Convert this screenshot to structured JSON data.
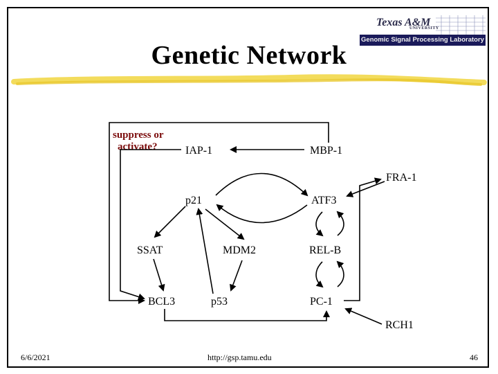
{
  "slide": {
    "title": "Genetic Network",
    "logo": {
      "script_text": "Texas A&M",
      "university_text": "UNIVERSITY",
      "lab_text": "Genomic Signal Processing Laboratory"
    },
    "footer": {
      "date": "6/6/2021",
      "url": "http://gsp.tamu.edu",
      "page_number": "46"
    }
  },
  "diagram": {
    "annotation": [
      "suppress or",
      "activate?"
    ],
    "annotation_color": "#7a0a0a",
    "nodes": {
      "iap1": "IAP-1",
      "mbp1": "MBP-1",
      "fra1": "FRA-1",
      "p21": "p21",
      "atf3": "ATF3",
      "ssat": "SSAT",
      "mdm2": "MDM2",
      "relb": "REL-B",
      "bcl3": "BCL3",
      "p53": "p53",
      "pc1": "PC-1",
      "rch1": "RCH1"
    }
  }
}
